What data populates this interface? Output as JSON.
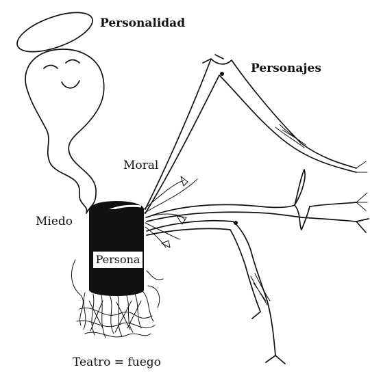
{
  "labels": {
    "personalidad": "Personalidad",
    "personajes": "Personajes",
    "moral": "Moral",
    "miedo": "Miedo",
    "persona": "Persona",
    "teatro": "Teatro = fuego"
  }
}
